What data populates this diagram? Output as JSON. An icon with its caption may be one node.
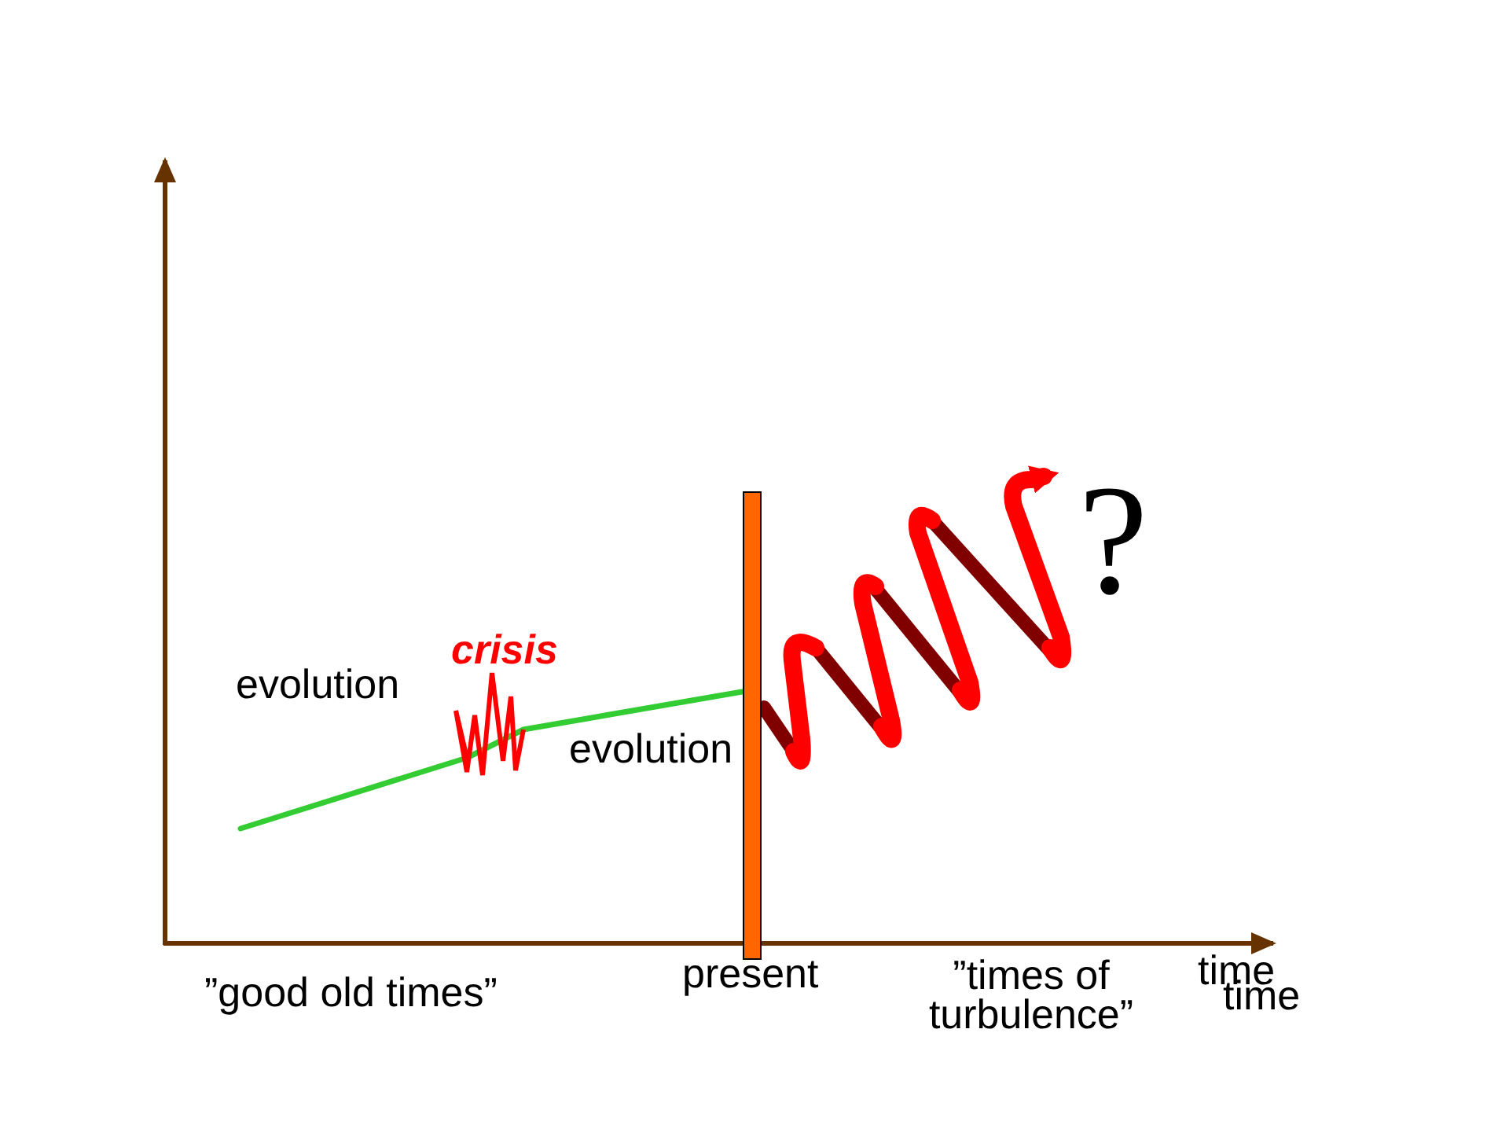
{
  "diagram": {
    "labels": [
      "?",
      "crisis",
      "evolution",
      "evolution",
      "”good old times”",
      "present",
      "”times of turbulence”",
      "time",
      "time"
    ]
  }
}
